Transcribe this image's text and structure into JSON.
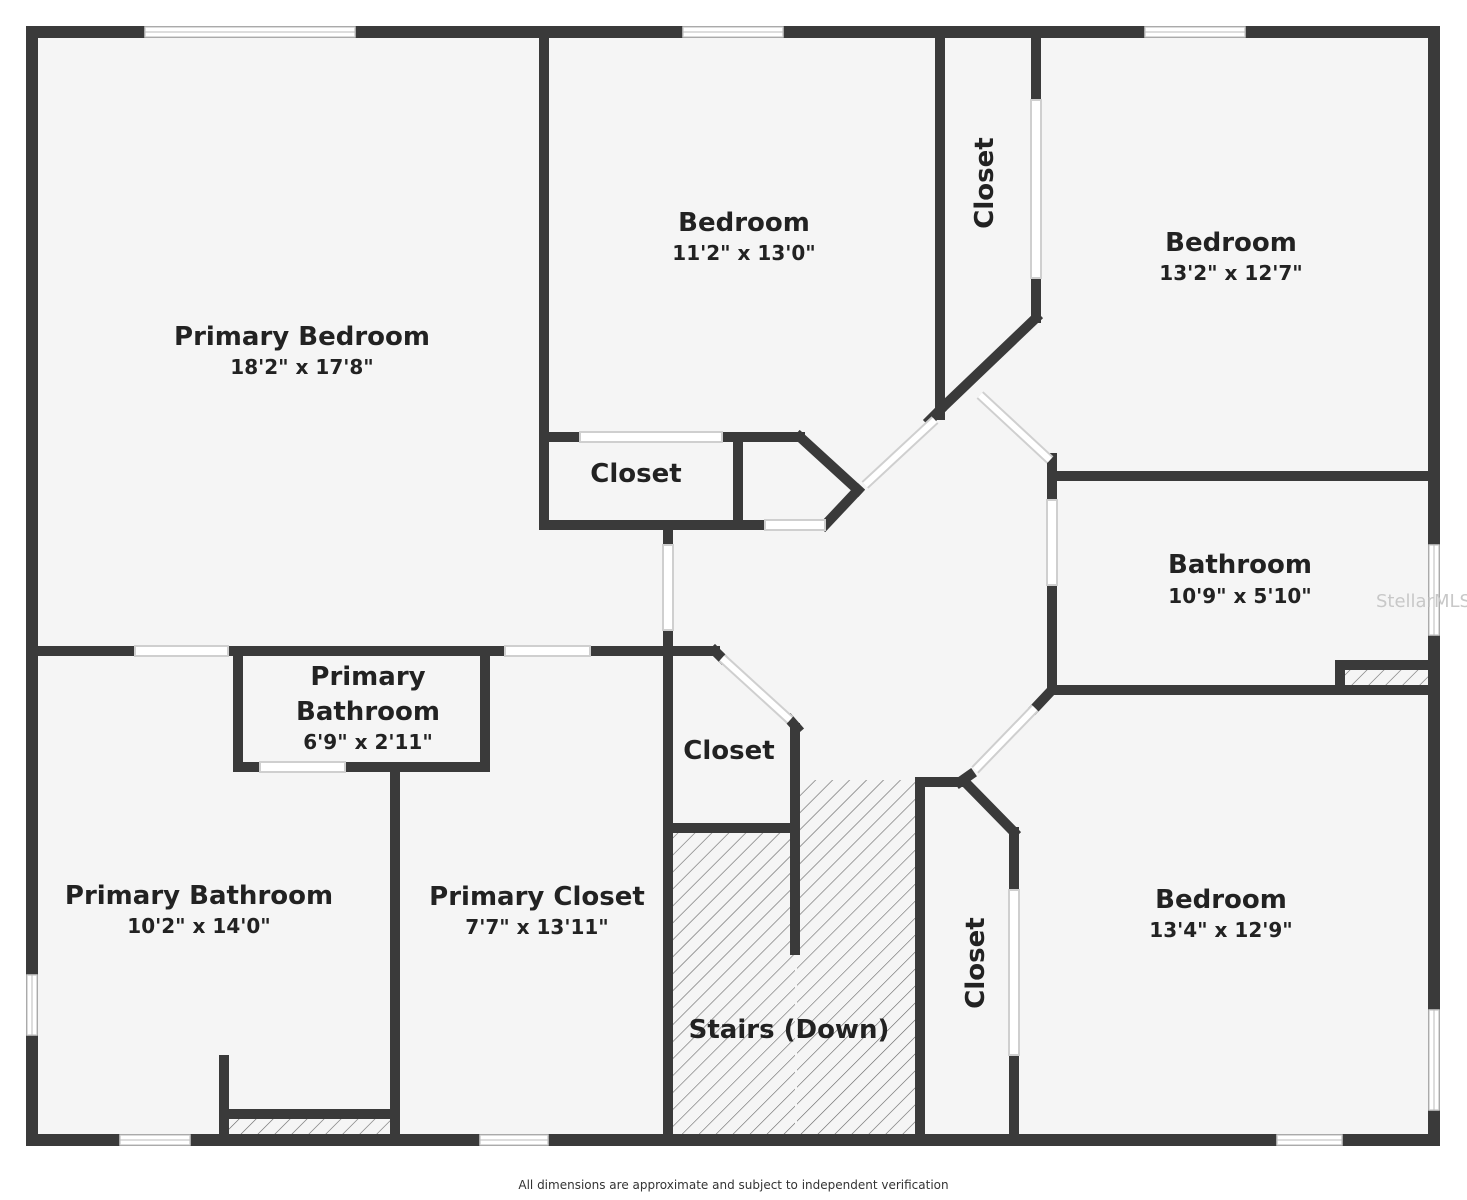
{
  "colors": {
    "wall": "#3a3a3a",
    "floor": "#f5f5f5",
    "window": "#ffffff",
    "hatch": "#555555"
  },
  "rooms": {
    "primary_bedroom": {
      "name": "Primary Bedroom",
      "dims": "18'2\" x 17'8\""
    },
    "bedroom_top": {
      "name": "Bedroom",
      "dims": "11'2\" x 13'0\""
    },
    "closet_top_vertical": {
      "name": "Closet"
    },
    "bedroom_top_right": {
      "name": "Bedroom",
      "dims": "13'2\" x 12'7\""
    },
    "closet_mid": {
      "name": "Closet"
    },
    "bathroom": {
      "name": "Bathroom",
      "dims": "10'9\" x 5'10\""
    },
    "primary_bath_small": {
      "name_line1": "Primary",
      "name_line2": "Bathroom",
      "dims": "6'9\" x 2'11\""
    },
    "closet_center": {
      "name": "Closet"
    },
    "primary_bathroom": {
      "name": "Primary Bathroom",
      "dims": "10'2\" x 14'0\""
    },
    "primary_closet": {
      "name": "Primary Closet",
      "dims": "7'7\" x 13'11\""
    },
    "stairs": {
      "name": "Stairs (Down)"
    },
    "closet_bottom_vertical": {
      "name": "Closet"
    },
    "bedroom_bottom_right": {
      "name": "Bedroom",
      "dims": "13'4\" x 12'9\""
    }
  },
  "watermark": "StellarMLS",
  "footer": "All dimensions are approximate and subject to independent verification"
}
